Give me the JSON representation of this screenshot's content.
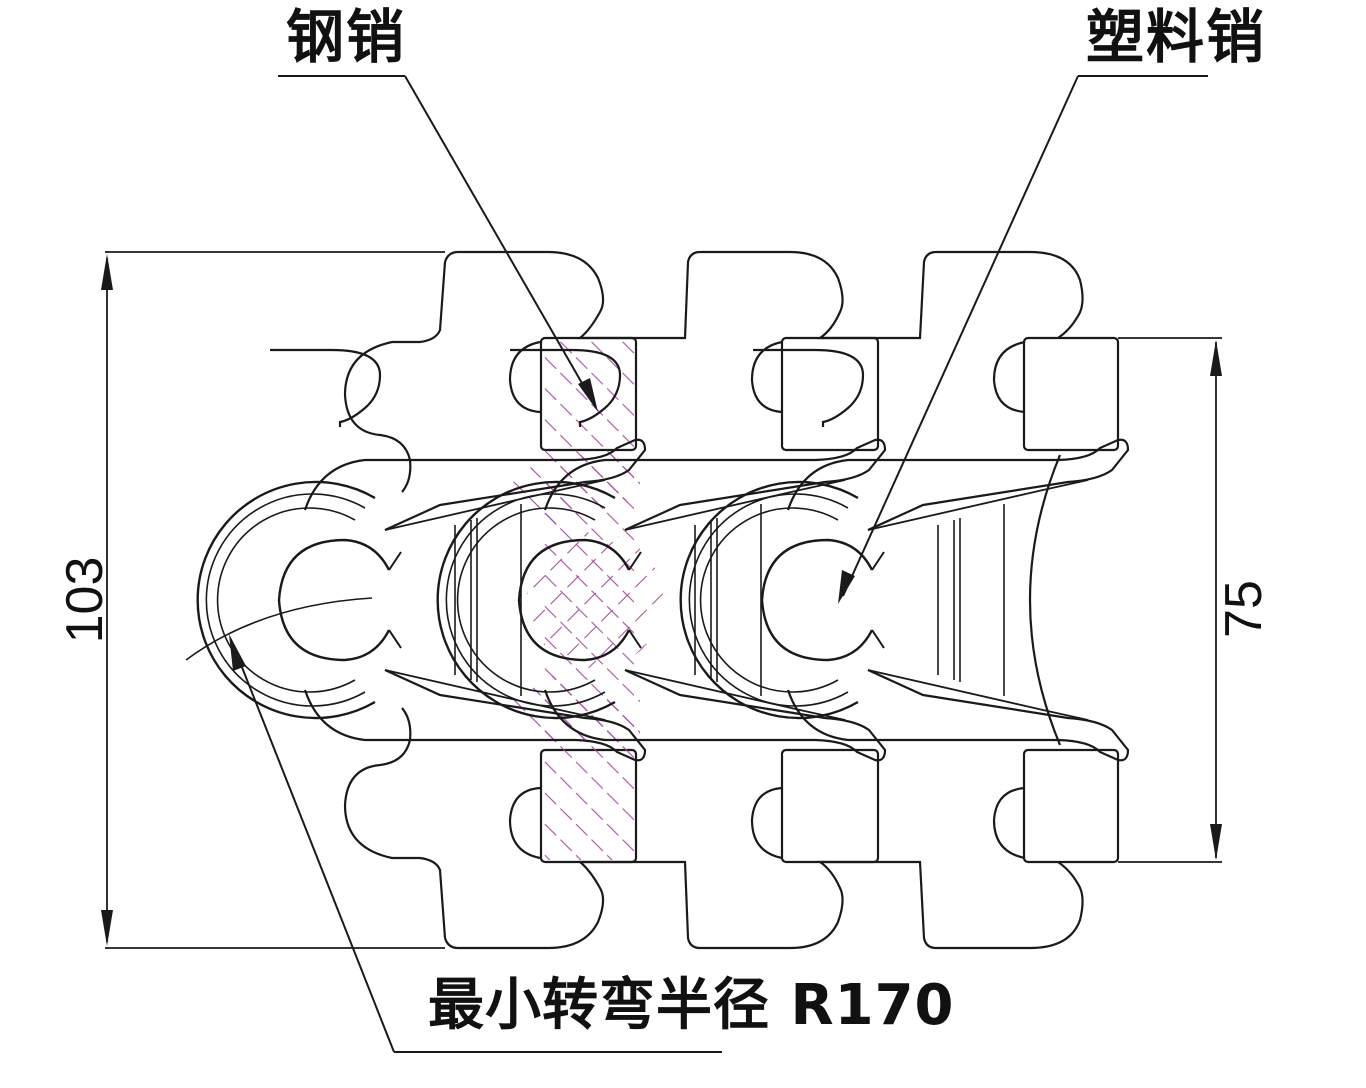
{
  "labels": {
    "steel_pin": "钢销",
    "plastic_pin": "塑料销",
    "min_turn_radius": "最小转弯半径 R170"
  },
  "dimensions": {
    "overall_width": "103",
    "pin_length": "75"
  },
  "colors": {
    "line": "#1a1a1a",
    "hatch": "#a24a9a",
    "background": "#ffffff"
  }
}
